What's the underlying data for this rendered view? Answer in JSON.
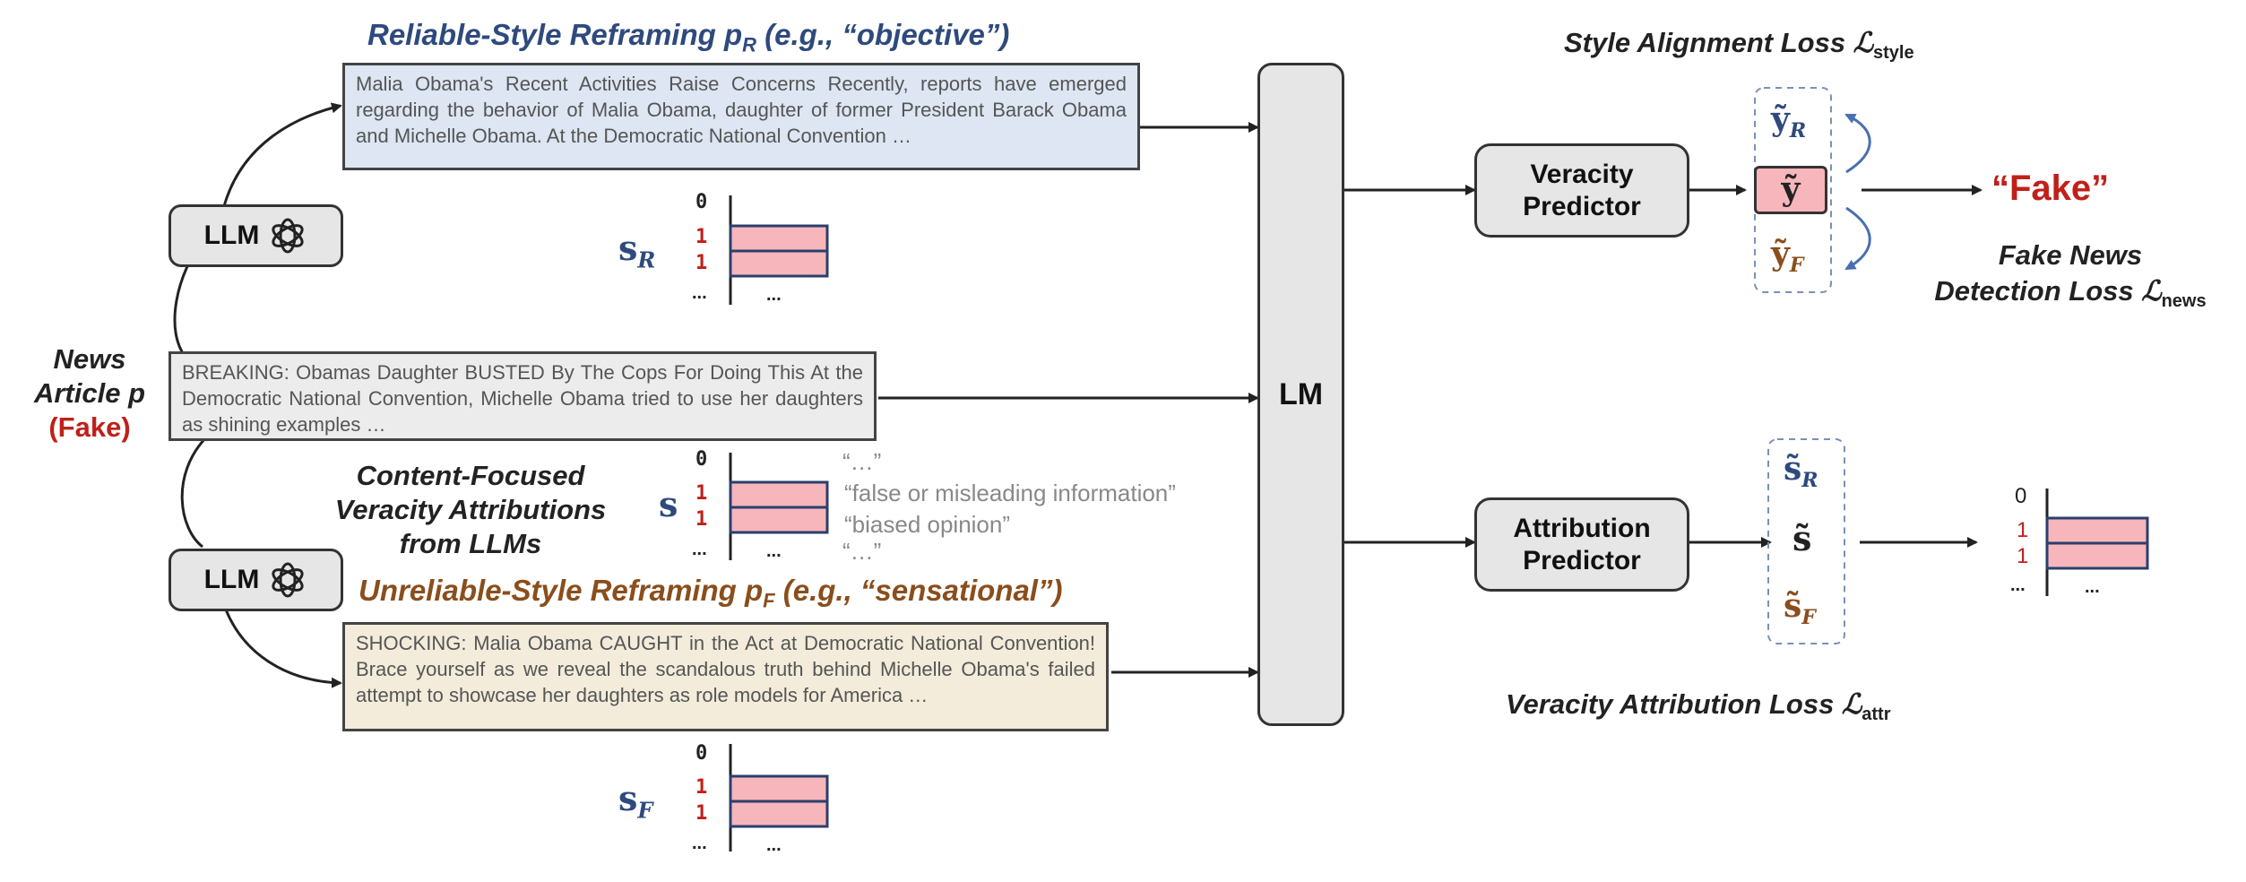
{
  "labels": {
    "reliable_title": "Reliable-Style Reframing  p",
    "reliable_sub": "R",
    "reliable_tail": " (e.g., “objective”)",
    "unreliable_title": "Unreliable-Style Reframing  p",
    "unreliable_sub": "F",
    "unreliable_tail": " (e.g., “sensational”)",
    "news_line1": "News",
    "news_line2": "Article p",
    "news_line3": "(Fake)",
    "content_line1": "Content-Focused",
    "content_line2": "Veracity Attributions",
    "content_line3": "from LLMs",
    "llm": "LLM",
    "lm": "LM",
    "veracity_predictor": "Veracity Predictor",
    "attribution_predictor": "Attribution Predictor",
    "fake_output": "“Fake”",
    "style_loss": "Style Alignment Loss ℒ",
    "style_loss_sub": "style",
    "news_loss_1": "Fake News",
    "news_loss_2": "Detection Loss ℒ",
    "news_loss_sub": "news",
    "attr_loss": "Veracity Attribution Loss ℒ",
    "attr_loss_sub": "attr",
    "s_R": "s",
    "s_R_sub": "R",
    "s": "s",
    "s_F": "s",
    "s_F_sub": "F",
    "y_R": "ỹ",
    "y_R_sub": "R",
    "y": "ỹ",
    "y_F": "ỹ",
    "y_F_sub": "F",
    "st_R": "s̃",
    "st_R_sub": "R",
    "st": "s̃",
    "st_F": "s̃",
    "st_F_sub": "F",
    "tick0": "0",
    "tick1": "1",
    "ellipsis_small": "…",
    "ellipsis_dots": "...",
    "quote_ellipsis": "“…”",
    "attr1": "“false or misleading information”",
    "attr2": "“biased opinion”"
  },
  "texts": {
    "reliable": "Malia Obama's Recent Activities Raise Concerns Recently, reports have emerged regarding the behavior of Malia Obama, daughter of former President Barack Obama and Michelle Obama. At the Democratic National Convention …",
    "breaking": "BREAKING: Obamas Daughter BUSTED By The Cops For Doing This At the Democratic National Convention, Michelle Obama tried to use her daughters as shining examples …",
    "shocking": "SHOCKING: Malia Obama CAUGHT in the Act at Democratic National Convention! Brace yourself as we reveal the scandalous truth behind Michelle Obama's failed attempt to showcase her daughters as role models for America …"
  },
  "colors": {
    "bar_fill": "#f6b6bc",
    "bar_stroke": "#2b3f6b",
    "title_blue": "#2e4a7d",
    "title_brown": "#8a4e1c",
    "fake_red": "#c0201a"
  }
}
